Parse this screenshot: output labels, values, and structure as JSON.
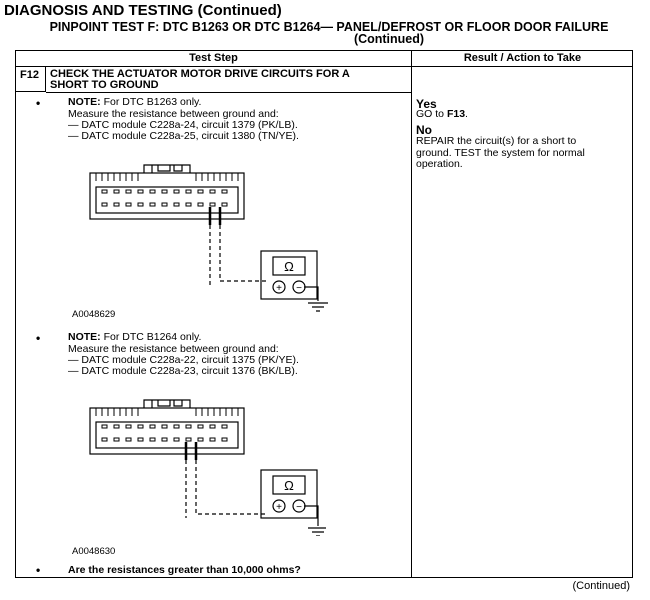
{
  "page": {
    "title": "DIAGNOSIS AND TESTING (Continued)",
    "subtitle_line1": "PINPOINT TEST F: DTC B1263 OR DTC B1264— PANEL/DEFROST OR FLOOR DOOR FAILURE",
    "subtitle_line2": "(Continued)",
    "footer": "(Continued)"
  },
  "table": {
    "col_test_step": "Test Step",
    "col_result": "Result / Action to Take"
  },
  "step": {
    "id": "F12",
    "heading_line1": "CHECK THE ACTUATOR MOTOR DRIVE CIRCUITS FOR A",
    "heading_line2": "SHORT TO GROUND",
    "bullet": "•",
    "note1": {
      "label": "NOTE:",
      "text": " For DTC B1263 only.",
      "measure": "Measure the resistance between ground and:",
      "items": [
        "—  DATC module C228a-24, circuit 1379 (PK/LB).",
        "—  DATC module C228a-25, circuit 1380 (TN/YE)."
      ]
    },
    "figure1_id": "A0048629",
    "note2": {
      "label": "NOTE:",
      "text": " For DTC B1264 only.",
      "measure": "Measure the resistance between ground and:",
      "items": [
        "—  DATC module C228a-22, circuit 1375 (PK/YE).",
        "—  DATC module C228a-23, circuit 1376 (BK/LB)."
      ]
    },
    "figure2_id": "A0048630",
    "question": "Are the resistances greater than 10,000 ohms?"
  },
  "meter": {
    "ohm_symbol": "Ω",
    "plus": "+",
    "minus": "−"
  },
  "results": {
    "yes_label": "Yes",
    "yes_action_prefix": "GO to ",
    "yes_action_target": "F13",
    "yes_action_suffix": ".",
    "no_label": "No",
    "no_line1": "REPAIR the circuit(s) for a short to",
    "no_line2": "ground. TEST the system for normal",
    "no_line3": "operation."
  }
}
